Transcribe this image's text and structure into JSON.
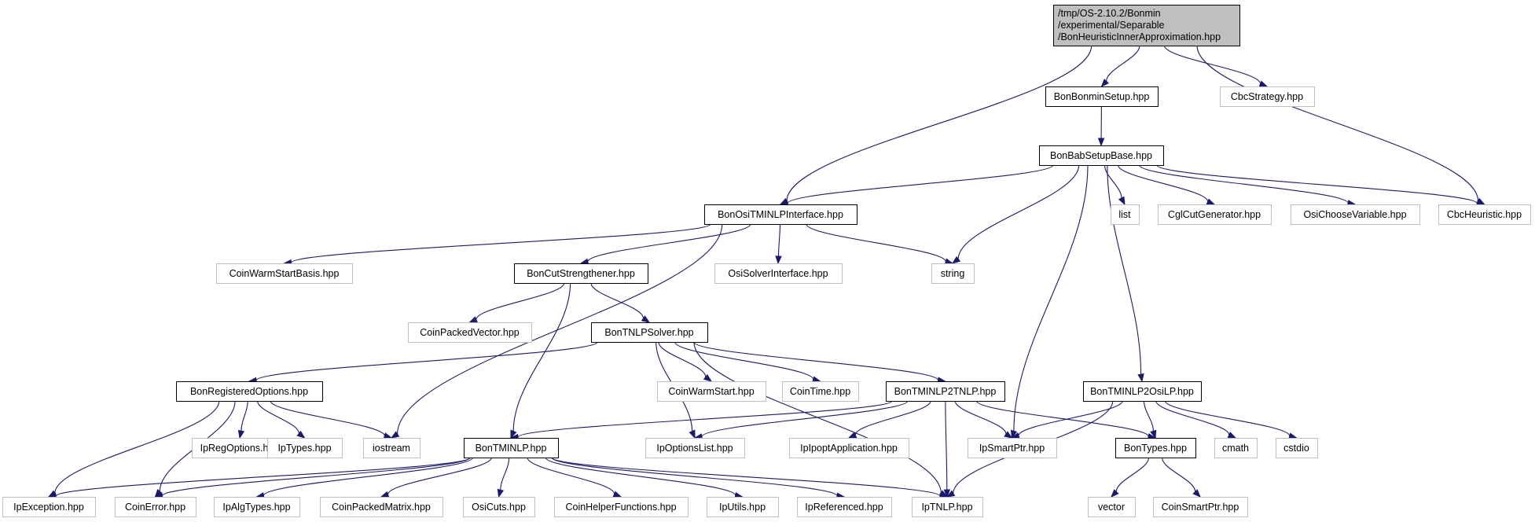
{
  "graph": {
    "nodes": [
      {
        "id": "root",
        "lines": [
          "/tmp/OS-2.10.2/Bonmin",
          "/experimental/Separable",
          "/BonHeuristicInnerApproximation.hpp"
        ],
        "kind": "root"
      },
      {
        "id": "bonminsetup",
        "lines": [
          "BonBonminSetup.hpp"
        ],
        "kind": "doc"
      },
      {
        "id": "cbcstrategy",
        "lines": [
          "CbcStrategy.hpp"
        ],
        "kind": "ext"
      },
      {
        "id": "babsetupbase",
        "lines": [
          "BonBabSetupBase.hpp"
        ],
        "kind": "doc"
      },
      {
        "id": "ositminlp",
        "lines": [
          "BonOsiTMINLPInterface.hpp"
        ],
        "kind": "doc"
      },
      {
        "id": "list",
        "lines": [
          "list"
        ],
        "kind": "ext"
      },
      {
        "id": "cglcut",
        "lines": [
          "CglCutGenerator.hpp"
        ],
        "kind": "ext"
      },
      {
        "id": "osichoose",
        "lines": [
          "OsiChooseVariable.hpp"
        ],
        "kind": "ext"
      },
      {
        "id": "cbcheur",
        "lines": [
          "CbcHeuristic.hpp"
        ],
        "kind": "ext"
      },
      {
        "id": "coinwsbasis",
        "lines": [
          "CoinWarmStartBasis.hpp"
        ],
        "kind": "ext"
      },
      {
        "id": "cutstr",
        "lines": [
          "BonCutStrengthener.hpp"
        ],
        "kind": "doc"
      },
      {
        "id": "osisolver",
        "lines": [
          "OsiSolverInterface.hpp"
        ],
        "kind": "ext"
      },
      {
        "id": "string",
        "lines": [
          "string"
        ],
        "kind": "ext"
      },
      {
        "id": "coinpv",
        "lines": [
          "CoinPackedVector.hpp"
        ],
        "kind": "ext"
      },
      {
        "id": "tnlpsolver",
        "lines": [
          "BonTNLPSolver.hpp"
        ],
        "kind": "doc"
      },
      {
        "id": "regopts",
        "lines": [
          "BonRegisteredOptions.hpp"
        ],
        "kind": "doc"
      },
      {
        "id": "coinws",
        "lines": [
          "CoinWarmStart.hpp"
        ],
        "kind": "ext"
      },
      {
        "id": "cointime",
        "lines": [
          "CoinTime.hpp"
        ],
        "kind": "ext"
      },
      {
        "id": "tminlp2tnlp",
        "lines": [
          "BonTMINLP2TNLP.hpp"
        ],
        "kind": "doc"
      },
      {
        "id": "tminlp2osilp",
        "lines": [
          "BonTMINLP2OsiLP.hpp"
        ],
        "kind": "doc"
      },
      {
        "id": "ipregopts",
        "lines": [
          "IpRegOptions.hpp"
        ],
        "kind": "ext"
      },
      {
        "id": "iptypes",
        "lines": [
          "IpTypes.hpp"
        ],
        "kind": "ext"
      },
      {
        "id": "iostream",
        "lines": [
          "iostream"
        ],
        "kind": "ext"
      },
      {
        "id": "tminlp",
        "lines": [
          "BonTMINLP.hpp"
        ],
        "kind": "doc"
      },
      {
        "id": "ipoptslist",
        "lines": [
          "IpOptionsList.hpp"
        ],
        "kind": "ext"
      },
      {
        "id": "ipoptapp",
        "lines": [
          "IpIpoptApplication.hpp"
        ],
        "kind": "ext"
      },
      {
        "id": "ipsmartptr",
        "lines": [
          "IpSmartPtr.hpp"
        ],
        "kind": "ext"
      },
      {
        "id": "bontypes",
        "lines": [
          "BonTypes.hpp"
        ],
        "kind": "doc"
      },
      {
        "id": "cmath",
        "lines": [
          "cmath"
        ],
        "kind": "ext"
      },
      {
        "id": "cstdio",
        "lines": [
          "cstdio"
        ],
        "kind": "ext"
      },
      {
        "id": "ipexception",
        "lines": [
          "IpException.hpp"
        ],
        "kind": "ext"
      },
      {
        "id": "coinerror",
        "lines": [
          "CoinError.hpp"
        ],
        "kind": "ext"
      },
      {
        "id": "ipalgtypes",
        "lines": [
          "IpAlgTypes.hpp"
        ],
        "kind": "ext"
      },
      {
        "id": "coinpm",
        "lines": [
          "CoinPackedMatrix.hpp"
        ],
        "kind": "ext"
      },
      {
        "id": "osicuts",
        "lines": [
          "OsiCuts.hpp"
        ],
        "kind": "ext"
      },
      {
        "id": "coinhelper",
        "lines": [
          "CoinHelperFunctions.hpp"
        ],
        "kind": "ext"
      },
      {
        "id": "iputils",
        "lines": [
          "IpUtils.hpp"
        ],
        "kind": "ext"
      },
      {
        "id": "ipref",
        "lines": [
          "IpReferenced.hpp"
        ],
        "kind": "ext"
      },
      {
        "id": "iptnlp",
        "lines": [
          "IpTNLP.hpp"
        ],
        "kind": "ext"
      },
      {
        "id": "vector",
        "lines": [
          "vector"
        ],
        "kind": "ext"
      },
      {
        "id": "coinsmartptr",
        "lines": [
          "CoinSmartPtr.hpp"
        ],
        "kind": "ext"
      }
    ],
    "edges": [
      [
        "root",
        "bonminsetup"
      ],
      [
        "root",
        "cbcstrategy"
      ],
      [
        "root",
        "ositminlp"
      ],
      [
        "root",
        "cbcheur"
      ],
      [
        "bonminsetup",
        "babsetupbase"
      ],
      [
        "babsetupbase",
        "ositminlp"
      ],
      [
        "babsetupbase",
        "list"
      ],
      [
        "babsetupbase",
        "cglcut"
      ],
      [
        "babsetupbase",
        "osichoose"
      ],
      [
        "babsetupbase",
        "cbcheur"
      ],
      [
        "babsetupbase",
        "string"
      ],
      [
        "babsetupbase",
        "ipsmartptr"
      ],
      [
        "babsetupbase",
        "tminlp2osilp"
      ],
      [
        "ositminlp",
        "coinwsbasis"
      ],
      [
        "ositminlp",
        "cutstr"
      ],
      [
        "ositminlp",
        "osisolver"
      ],
      [
        "ositminlp",
        "string"
      ],
      [
        "ositminlp",
        "iostream"
      ],
      [
        "cutstr",
        "coinpv"
      ],
      [
        "cutstr",
        "tnlpsolver"
      ],
      [
        "cutstr",
        "tminlp"
      ],
      [
        "tnlpsolver",
        "regopts"
      ],
      [
        "tnlpsolver",
        "coinws"
      ],
      [
        "tnlpsolver",
        "cointime"
      ],
      [
        "tnlpsolver",
        "tminlp2tnlp"
      ],
      [
        "tnlpsolver",
        "ipoptslist"
      ],
      [
        "tnlpsolver",
        "iptnlp"
      ],
      [
        "regopts",
        "ipregopts"
      ],
      [
        "regopts",
        "iptypes"
      ],
      [
        "regopts",
        "iostream"
      ],
      [
        "regopts",
        "ipexception"
      ],
      [
        "regopts",
        "coinerror"
      ],
      [
        "tminlp2tnlp",
        "tminlp"
      ],
      [
        "tminlp2tnlp",
        "ipoptslist"
      ],
      [
        "tminlp2tnlp",
        "ipoptapp"
      ],
      [
        "tminlp2tnlp",
        "ipsmartptr"
      ],
      [
        "tminlp2tnlp",
        "bontypes"
      ],
      [
        "tminlp2tnlp",
        "iptnlp"
      ],
      [
        "tminlp2osilp",
        "ipsmartptr"
      ],
      [
        "tminlp2osilp",
        "bontypes"
      ],
      [
        "tminlp2osilp",
        "cmath"
      ],
      [
        "tminlp2osilp",
        "cstdio"
      ],
      [
        "tminlp2osilp",
        "iptnlp"
      ],
      [
        "tminlp",
        "ipexception"
      ],
      [
        "tminlp",
        "coinerror"
      ],
      [
        "tminlp",
        "ipalgtypes"
      ],
      [
        "tminlp",
        "coinpm"
      ],
      [
        "tminlp",
        "osicuts"
      ],
      [
        "tminlp",
        "coinhelper"
      ],
      [
        "tminlp",
        "iputils"
      ],
      [
        "tminlp",
        "ipref"
      ],
      [
        "tminlp",
        "iptnlp"
      ],
      [
        "bontypes",
        "vector"
      ],
      [
        "bontypes",
        "coinsmartptr"
      ]
    ]
  }
}
